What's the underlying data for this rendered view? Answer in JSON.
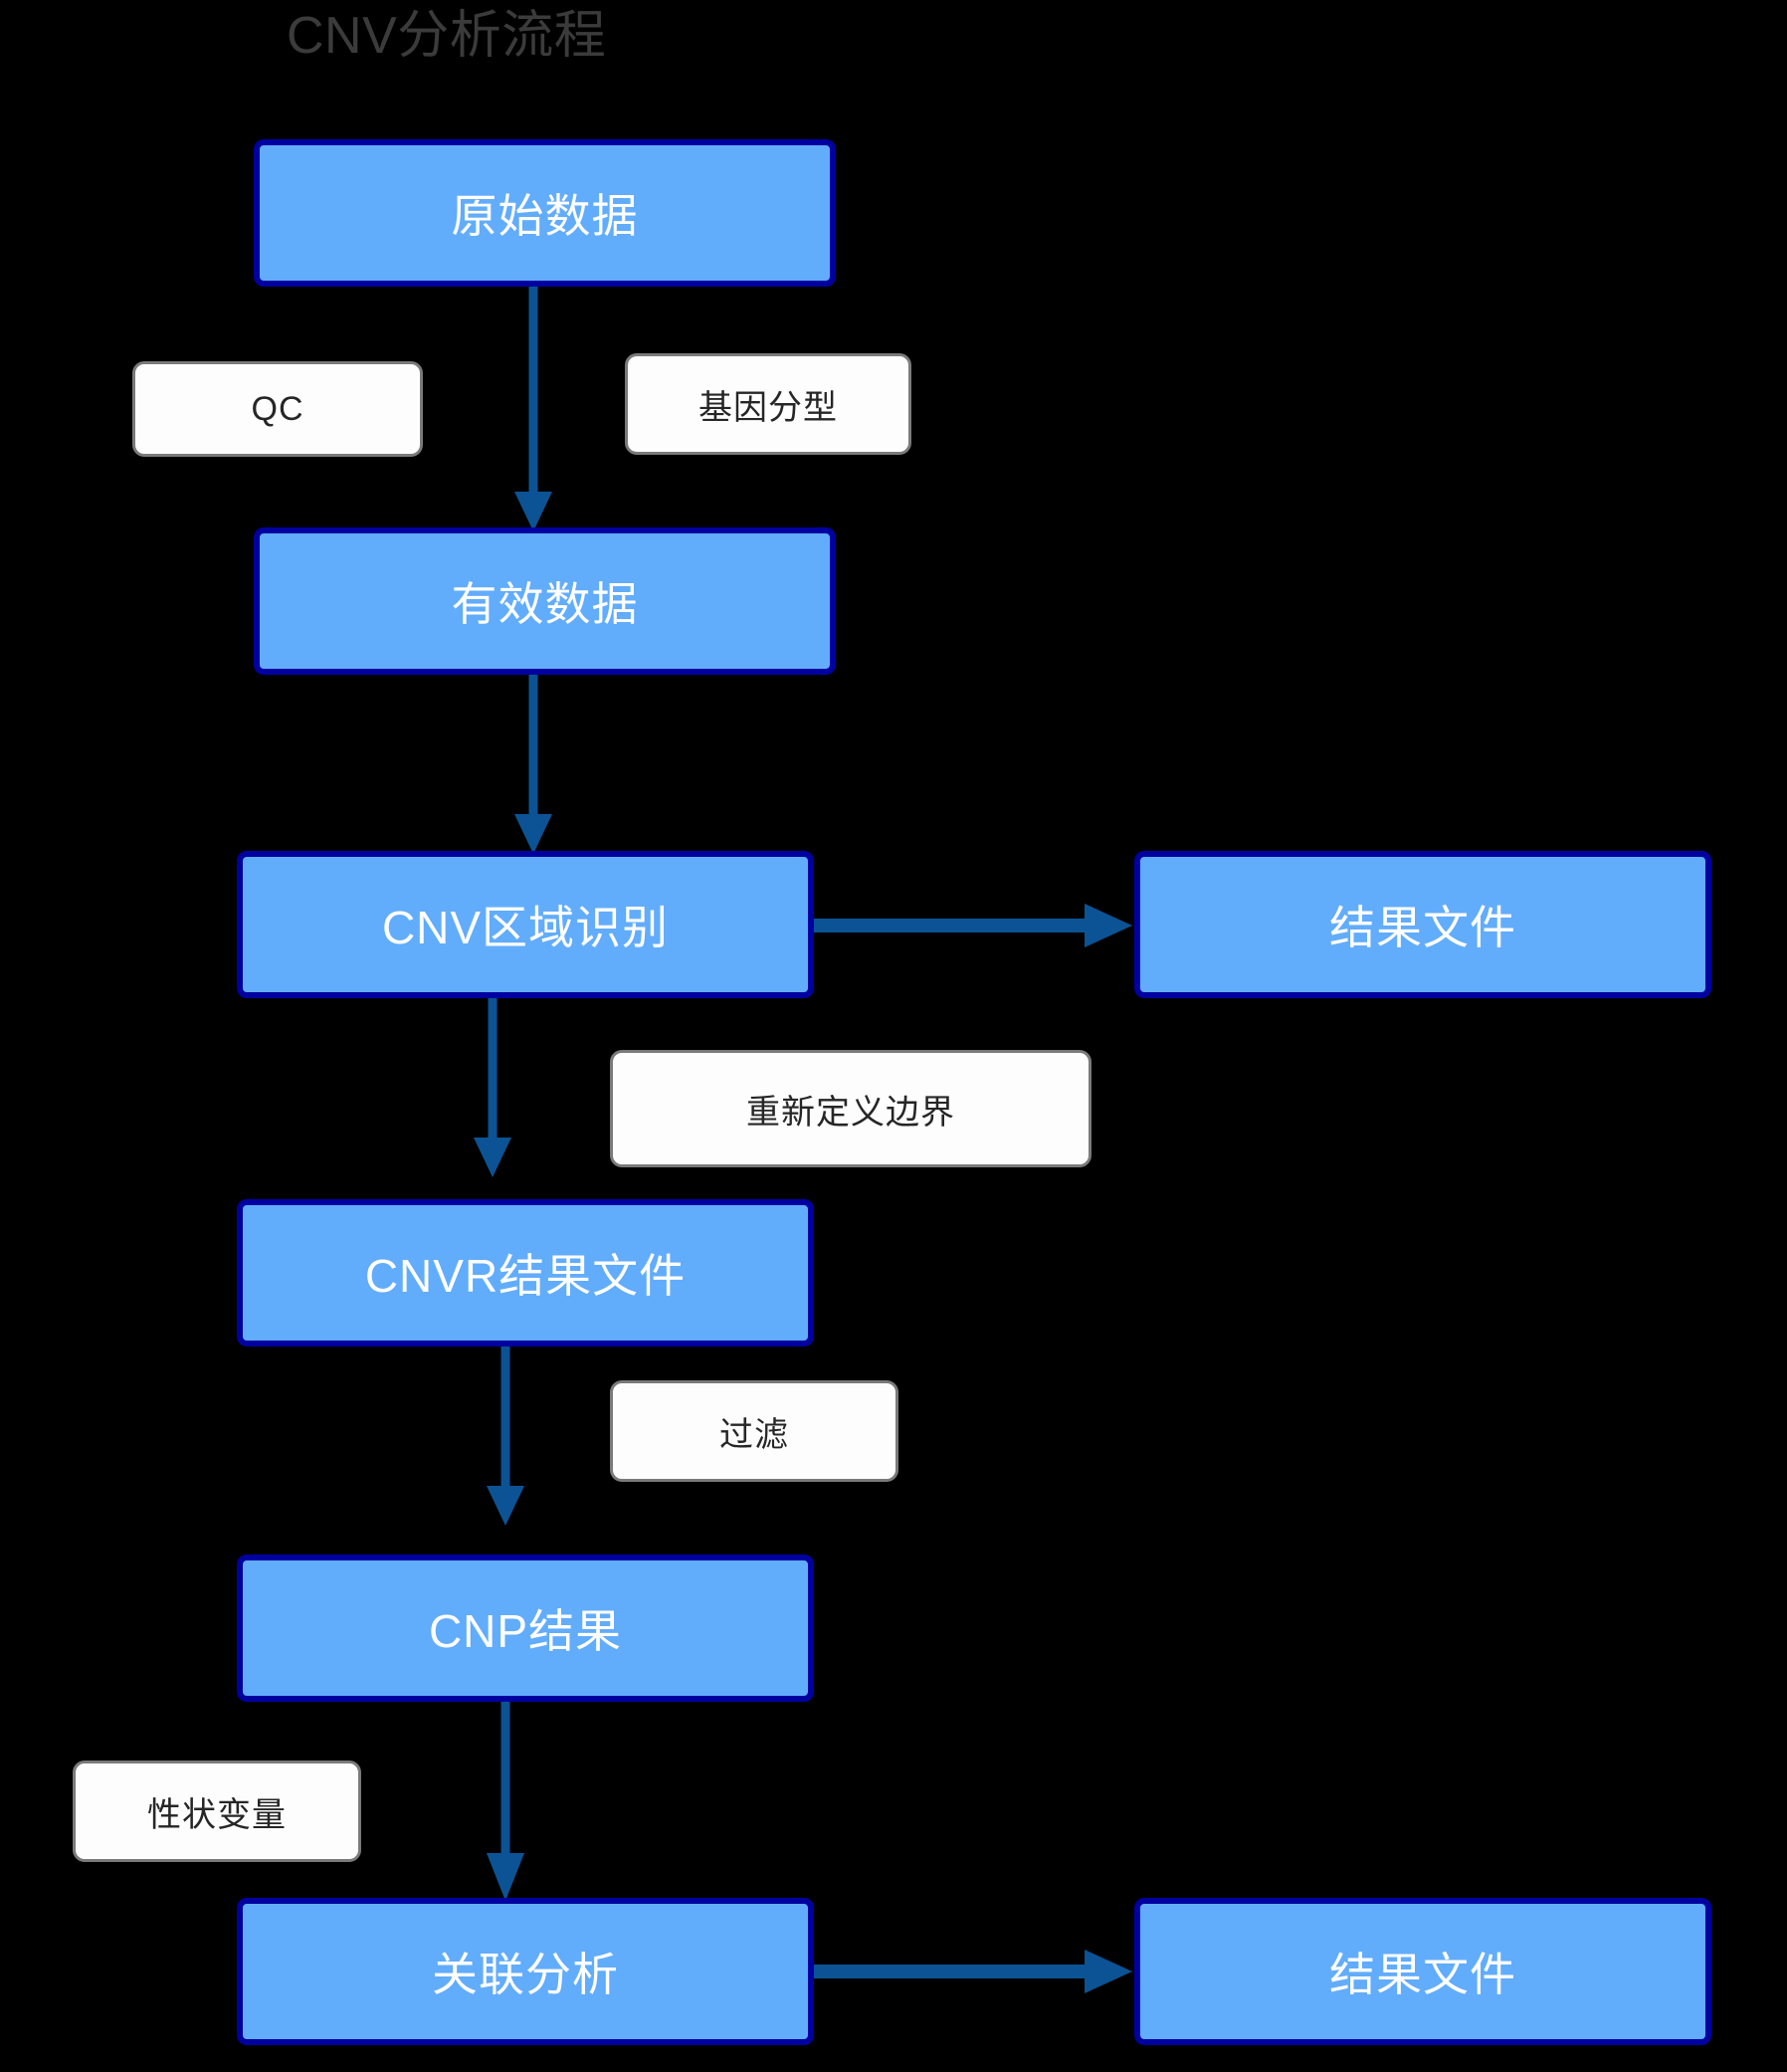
{
  "diagram": {
    "title": "CNV分析流程",
    "background_color": "#000000",
    "node_fill_color": "#62ACFC",
    "node_border_color": "#0000A0",
    "node_text_color": "#FFFFFF",
    "label_fill_color": "#FDFDFD",
    "label_border_color": "#7A7A7A",
    "label_text_color": "#262626",
    "arrow_color": "#0B5394",
    "title_color": "#3B3B3B"
  },
  "nodes": [
    {
      "id": "raw-data",
      "label": "原始数据"
    },
    {
      "id": "valid-data",
      "label": "有效数据"
    },
    {
      "id": "cnv-region",
      "label": "CNV区域识别"
    },
    {
      "id": "result-file-1",
      "label": "结果文件"
    },
    {
      "id": "cnvr-result",
      "label": "CNVR结果文件"
    },
    {
      "id": "cnp-result",
      "label": "CNP结果"
    },
    {
      "id": "association",
      "label": "关联分析"
    },
    {
      "id": "result-file-2",
      "label": "结果文件"
    }
  ],
  "edge_labels": [
    {
      "id": "qc",
      "label": "QC"
    },
    {
      "id": "genotyping",
      "label": "基因分型"
    },
    {
      "id": "redefine",
      "label": "重新定义边界"
    },
    {
      "id": "filter",
      "label": "过滤"
    },
    {
      "id": "trait",
      "label": "性状变量"
    }
  ],
  "edges": [
    {
      "from": "raw-data",
      "to": "valid-data",
      "direction": "down"
    },
    {
      "from": "valid-data",
      "to": "cnv-region",
      "direction": "down"
    },
    {
      "from": "cnv-region",
      "to": "result-file-1",
      "direction": "right"
    },
    {
      "from": "cnv-region",
      "to": "cnvr-result",
      "direction": "down"
    },
    {
      "from": "cnvr-result",
      "to": "cnp-result",
      "direction": "down"
    },
    {
      "from": "cnp-result",
      "to": "association",
      "direction": "down"
    },
    {
      "from": "association",
      "to": "result-file-2",
      "direction": "right"
    }
  ]
}
